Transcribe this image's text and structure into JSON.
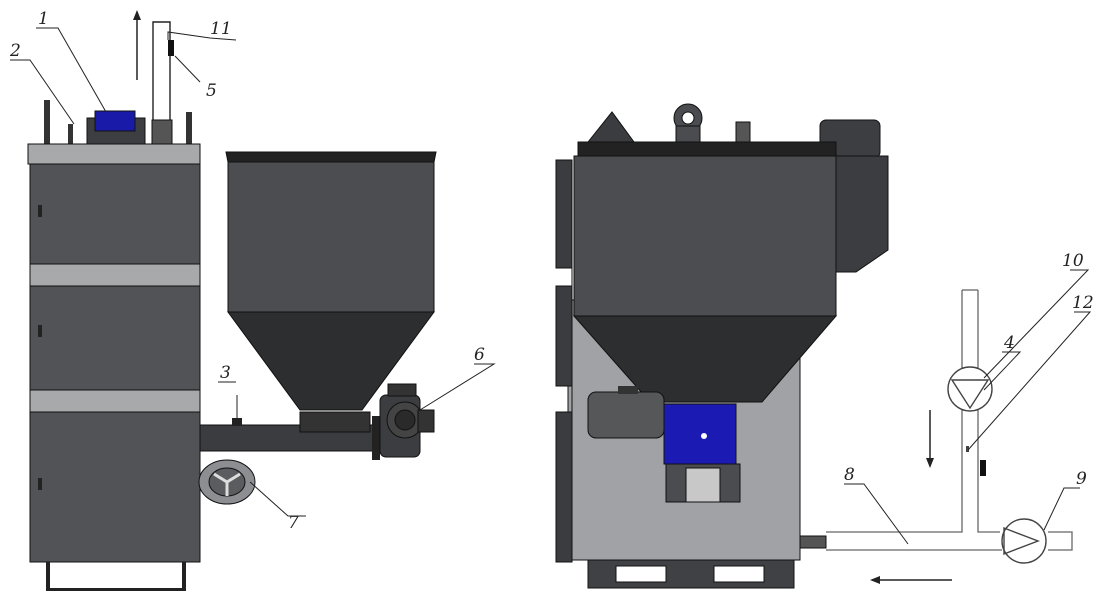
{
  "callouts": [
    {
      "id": "c1",
      "text": "1"
    },
    {
      "id": "c2",
      "text": "2"
    },
    {
      "id": "c3",
      "text": "3"
    },
    {
      "id": "c4",
      "text": "4"
    },
    {
      "id": "c5",
      "text": "5"
    },
    {
      "id": "c6",
      "text": "6"
    },
    {
      "id": "c7",
      "text": "7"
    },
    {
      "id": "c8",
      "text": "8"
    },
    {
      "id": "c9",
      "text": "9"
    },
    {
      "id": "c10",
      "text": "10"
    },
    {
      "id": "c11",
      "text": "11"
    },
    {
      "id": "c12",
      "text": "12"
    }
  ],
  "colors": {
    "body_dark": "#4f5154",
    "body_mid": "#5d5f62",
    "trim_light": "#a7a9ab",
    "hopper_top": "#4a4c4f",
    "hopper_cone": "#2c2e30",
    "panel_back": "#9c9ea1",
    "accent_blue": "#1a1aa8",
    "outline": "#111111"
  }
}
